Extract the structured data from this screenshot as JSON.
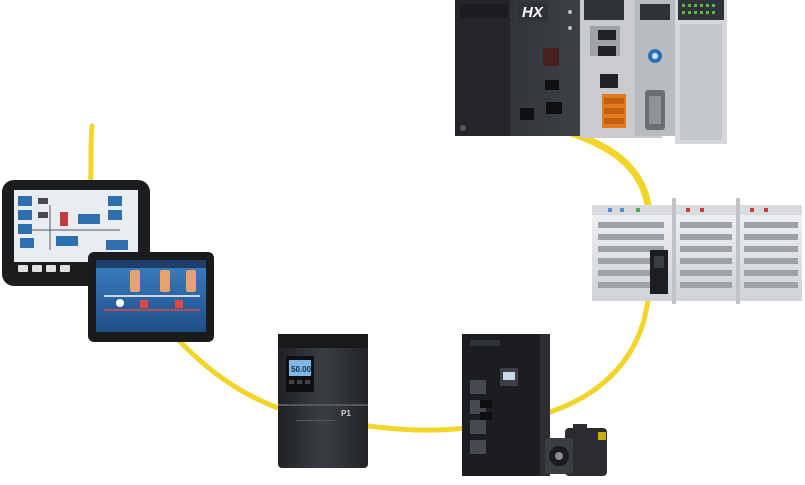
{
  "colors": {
    "cable": "#f2d52a",
    "cable_dark": "#d7b800",
    "device_dark": "#2b2d31",
    "device_mid": "#3a3d42",
    "io_light": "#e6e7e9",
    "screen_blue": "#2e6fb0",
    "drive_display": "#7fb7e6"
  },
  "plc": {
    "brand_mark": "HX"
  },
  "inverter": {
    "model_label": "P1",
    "display_value": "50.00"
  },
  "devices": [
    {
      "name": "plc-controller",
      "icon": "controller-icon"
    },
    {
      "name": "remote-io-module",
      "icon": "io-module-icon"
    },
    {
      "name": "servo-drive",
      "icon": "servo-drive-icon"
    },
    {
      "name": "servo-motor",
      "icon": "motor-icon"
    },
    {
      "name": "inverter-drive",
      "icon": "inverter-icon"
    },
    {
      "name": "hmi-panel-front",
      "icon": "hmi-icon"
    },
    {
      "name": "hmi-panel-back",
      "icon": "hmi-icon"
    }
  ]
}
